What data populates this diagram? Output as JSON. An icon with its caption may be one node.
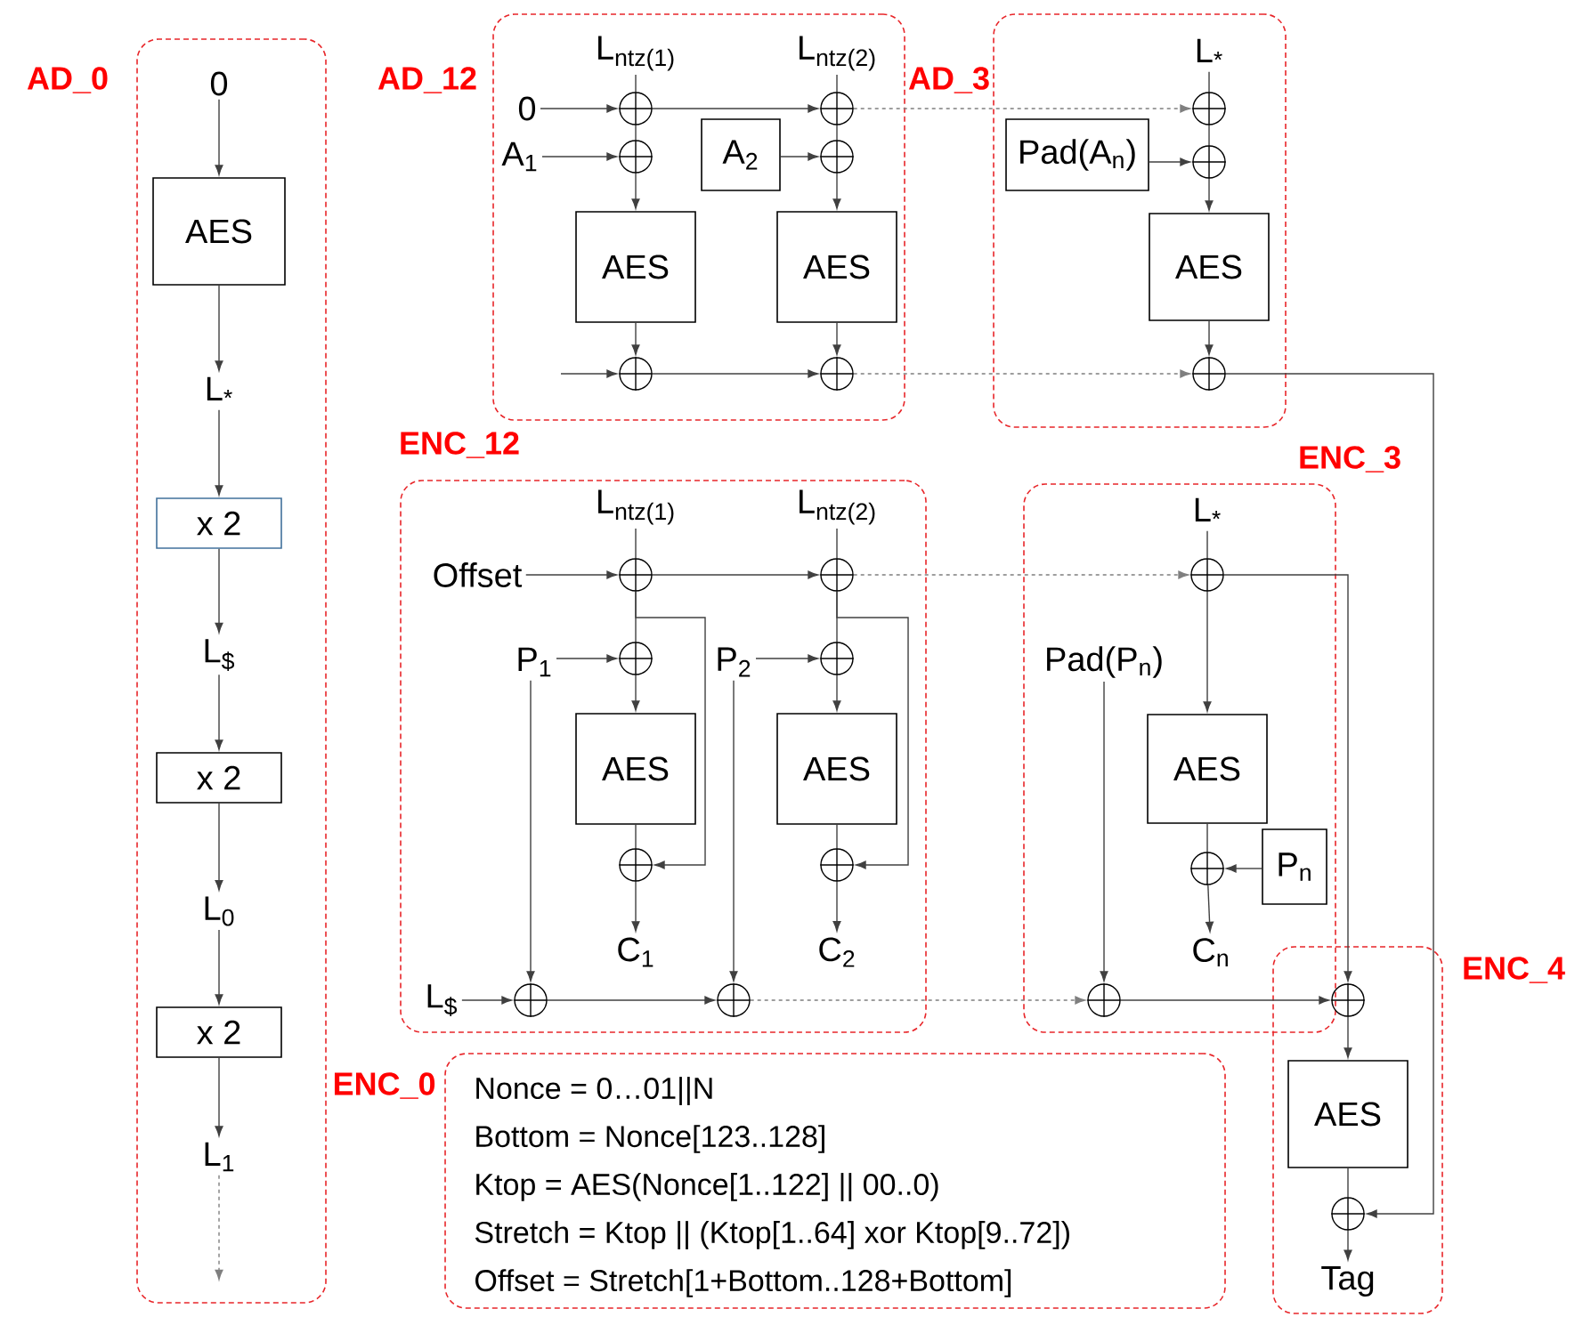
{
  "diagram": {
    "nodes": [
      {
        "text": [
          "AD_0"
        ]
      },
      {
        "text": [
          "0"
        ],
        "in": 0
      },
      {
        "text": [
          "AES"
        ],
        "in": 0
      },
      {
        "text": [
          "L$_{*}$"
        ],
        "in": 0
      },
      {
        "text": [
          "x 2"
        ],
        "in": 0
      },
      {
        "text": [
          "L$_{$}$"
        ],
        "in": 0
      },
      {
        "text": [
          "x 2"
        ],
        "in": 0
      },
      {
        "text": [
          "L$_{0}$"
        ],
        "in": 0
      },
      {
        "text": [
          "x 2"
        ],
        "in": 0
      },
      {
        "text": [
          "L$_{1}$"
        ],
        "in": 0
      },
      {
        "text": [
          "AD_12"
        ]
      },
      {
        "text": [
          "L$_{ntz(1)}$"
        ],
        "in": 10
      },
      {
        "text": [
          "L$_{ntz(2)}$"
        ],
        "in": 10
      },
      {
        "text": [
          "0"
        ],
        "in": 10
      },
      {
        "text": [],
        "shape": "circle",
        "in": 10
      },
      {
        "text": [],
        "shape": "circle",
        "in": 10
      },
      {
        "text": [
          "A$_{1}$"
        ],
        "in": 10
      },
      {
        "text": [],
        "shape": "circle",
        "in": 10
      },
      {
        "text": [
          "A$_{2}$"
        ],
        "in": 10
      },
      {
        "text": [],
        "shape": "circle",
        "in": 10
      },
      {
        "text": [
          "AES"
        ],
        "in": 10
      },
      {
        "text": [
          "AES"
        ],
        "in": 10
      },
      {
        "text": [],
        "shape": "circle",
        "in": 10
      },
      {
        "text": [],
        "shape": "circle",
        "in": 10
      },
      {
        "text": [
          "AD_3"
        ]
      },
      {
        "text": [
          "L$_{*}$"
        ],
        "in": 24
      },
      {
        "text": [],
        "shape": "circle",
        "in": 24
      },
      {
        "text": [
          "Pad(A$_{n}$)"
        ],
        "in": 24
      },
      {
        "text": [],
        "shape": "circle",
        "in": 24
      },
      {
        "text": [
          "AES"
        ],
        "in": 24
      },
      {
        "text": [],
        "shape": "circle",
        "in": 24
      },
      {
        "text": [
          "ENC_12"
        ]
      },
      {
        "text": [
          "L$_{ntz(1)}$"
        ],
        "in": 31
      },
      {
        "text": [
          "L$_{ntz(2)}$"
        ],
        "in": 31
      },
      {
        "text": [
          "Offset"
        ],
        "in": 31
      },
      {
        "text": [],
        "shape": "circle",
        "in": 31
      },
      {
        "text": [],
        "shape": "circle",
        "in": 31
      },
      {
        "text": [
          "P$_{1}$"
        ],
        "in": 31
      },
      {
        "text": [],
        "shape": "circle",
        "in": 31
      },
      {
        "text": [
          "P$_{2}$"
        ],
        "in": 31
      },
      {
        "text": [],
        "shape": "circle",
        "in": 31
      },
      {
        "text": [
          "AES"
        ],
        "in": 31
      },
      {
        "text": [
          "AES"
        ],
        "in": 31
      },
      {
        "text": [],
        "shape": "circle",
        "in": 31
      },
      {
        "text": [],
        "shape": "circle",
        "in": 31
      },
      {
        "text": [
          "C$_{1}$"
        ],
        "in": 31
      },
      {
        "text": [
          "C$_{2}$"
        ],
        "in": 31
      },
      {
        "text": [
          "L$_{$}$"
        ],
        "in": 31
      },
      {
        "text": [],
        "shape": "circle",
        "in": 31
      },
      {
        "text": [],
        "shape": "circle",
        "in": 31
      },
      {
        "text": [
          "ENC_3"
        ]
      },
      {
        "text": [
          "L$_{*}$"
        ],
        "in": 50
      },
      {
        "text": [],
        "shape": "circle",
        "in": 50
      },
      {
        "text": [
          "Pad(P$_{n}$)"
        ],
        "in": 50
      },
      {
        "text": [
          "AES"
        ],
        "in": 50
      },
      {
        "text": [],
        "shape": "circle",
        "in": 50
      },
      {
        "text": [
          "P$_{n}$"
        ],
        "in": 50
      },
      {
        "text": [
          "C$_{n}$"
        ],
        "in": 50
      },
      {
        "text": [],
        "shape": "circle",
        "in": 50
      },
      {
        "text": [
          "ENC_4"
        ]
      },
      {
        "text": [],
        "shape": "circle",
        "in": 59
      },
      {
        "text": [
          "AES"
        ],
        "in": 59
      },
      {
        "text": [],
        "shape": "circle",
        "in": 59
      },
      {
        "text": [
          "Tag"
        ],
        "in": 59
      },
      {
        "text": [
          "ENC_0",
          "Nonce = 0…01||N",
          "Bottom = Nonce[123..128]",
          "Ktop = AES(Nonce[1..122] || 00..0)",
          "Stretch = Ktop || (Ktop[1..64] xor Ktop[9..72])",
          "Offset = Stretch[1+Bottom..128+Bottom]"
        ]
      }
    ],
    "edges": [
      {
        "from": 1,
        "to": 2,
        "arrow": "to"
      },
      {
        "from": 2,
        "to": 3,
        "arrow": "to"
      },
      {
        "from": 3,
        "to": 4,
        "arrow": "to"
      },
      {
        "from": 4,
        "to": 5,
        "arrow": "to"
      },
      {
        "from": 5,
        "to": 6,
        "arrow": "to"
      },
      {
        "from": 6,
        "to": 7,
        "arrow": "to"
      },
      {
        "from": 7,
        "to": 8,
        "arrow": "to"
      },
      {
        "from": 8,
        "to": 9,
        "arrow": "to"
      },
      {
        "from": 9,
        "to": null,
        "arrow": "to",
        "style": "dashed"
      },
      {
        "from": 11,
        "to": 14,
        "arrow": "none"
      },
      {
        "from": 13,
        "to": 14,
        "arrow": "to"
      },
      {
        "from": 14,
        "to": 17,
        "arrow": "none"
      },
      {
        "from": 16,
        "to": 17,
        "arrow": "to"
      },
      {
        "from": 17,
        "to": 20,
        "arrow": "to"
      },
      {
        "from": 20,
        "to": 22,
        "arrow": "to"
      },
      {
        "from": null,
        "to": 22,
        "arrow": "to"
      },
      {
        "from": 14,
        "to": 15,
        "arrow": "to"
      },
      {
        "from": 12,
        "to": 15,
        "arrow": "none"
      },
      {
        "from": 15,
        "to": 19,
        "arrow": "none"
      },
      {
        "from": 18,
        "to": 19,
        "arrow": "to"
      },
      {
        "from": 19,
        "to": 21,
        "arrow": "to"
      },
      {
        "from": 21,
        "to": 23,
        "arrow": "to"
      },
      {
        "from": 22,
        "to": 23,
        "arrow": "to"
      },
      {
        "from": 15,
        "to": 26,
        "arrow": "to",
        "style": "dashed"
      },
      {
        "from": 23,
        "to": 30,
        "arrow": "to",
        "style": "dashed"
      },
      {
        "from": 25,
        "to": 26,
        "arrow": "none"
      },
      {
        "from": 26,
        "to": 28,
        "arrow": "none"
      },
      {
        "from": 27,
        "to": 28,
        "arrow": "to"
      },
      {
        "from": 28,
        "to": 29,
        "arrow": "to"
      },
      {
        "from": 29,
        "to": 30,
        "arrow": "to"
      },
      {
        "from": 30,
        "to": 62,
        "arrow": "to"
      },
      {
        "from": 32,
        "to": 35,
        "arrow": "none"
      },
      {
        "from": 34,
        "to": 35,
        "arrow": "to"
      },
      {
        "from": 35,
        "to": 36,
        "arrow": "to"
      },
      {
        "from": 35,
        "to": 38,
        "arrow": "none"
      },
      {
        "from": 35,
        "to": 43,
        "arrow": "to"
      },
      {
        "from": 37,
        "to": 38,
        "arrow": "to"
      },
      {
        "from": 38,
        "to": 41,
        "arrow": "to"
      },
      {
        "from": 41,
        "to": 43,
        "arrow": "none"
      },
      {
        "from": 43,
        "to": 45,
        "arrow": "to"
      },
      {
        "from": 37,
        "to": 48,
        "arrow": "to"
      },
      {
        "from": 47,
        "to": 48,
        "arrow": "to"
      },
      {
        "from": 48,
        "to": 49,
        "arrow": "to"
      },
      {
        "from": 33,
        "to": 36,
        "arrow": "none"
      },
      {
        "from": 36,
        "to": 40,
        "arrow": "none"
      },
      {
        "from": 36,
        "to": 44,
        "arrow": "to"
      },
      {
        "from": 39,
        "to": 40,
        "arrow": "to"
      },
      {
        "from": 40,
        "to": 42,
        "arrow": "to"
      },
      {
        "from": 42,
        "to": 44,
        "arrow": "none"
      },
      {
        "from": 44,
        "to": 46,
        "arrow": "to"
      },
      {
        "from": 39,
        "to": 49,
        "arrow": "to"
      },
      {
        "from": 36,
        "to": 52,
        "arrow": "to",
        "style": "dashed"
      },
      {
        "from": 49,
        "to": 58,
        "arrow": "to",
        "style": "dashed"
      },
      {
        "from": 51,
        "to": 52,
        "arrow": "none"
      },
      {
        "from": 52,
        "to": 54,
        "arrow": "to"
      },
      {
        "from": 52,
        "to": 60,
        "arrow": "to"
      },
      {
        "from": 54,
        "to": 55,
        "arrow": "none"
      },
      {
        "from": 56,
        "to": 55,
        "arrow": "to"
      },
      {
        "from": 55,
        "to": 57,
        "arrow": "to"
      },
      {
        "from": 53,
        "to": 58,
        "arrow": "to"
      },
      {
        "from": 58,
        "to": 60,
        "arrow": "to"
      },
      {
        "from": 60,
        "to": 61,
        "arrow": "to"
      },
      {
        "from": 61,
        "to": 62,
        "arrow": "none"
      },
      {
        "from": 62,
        "to": 63,
        "arrow": "to"
      }
    ]
  }
}
